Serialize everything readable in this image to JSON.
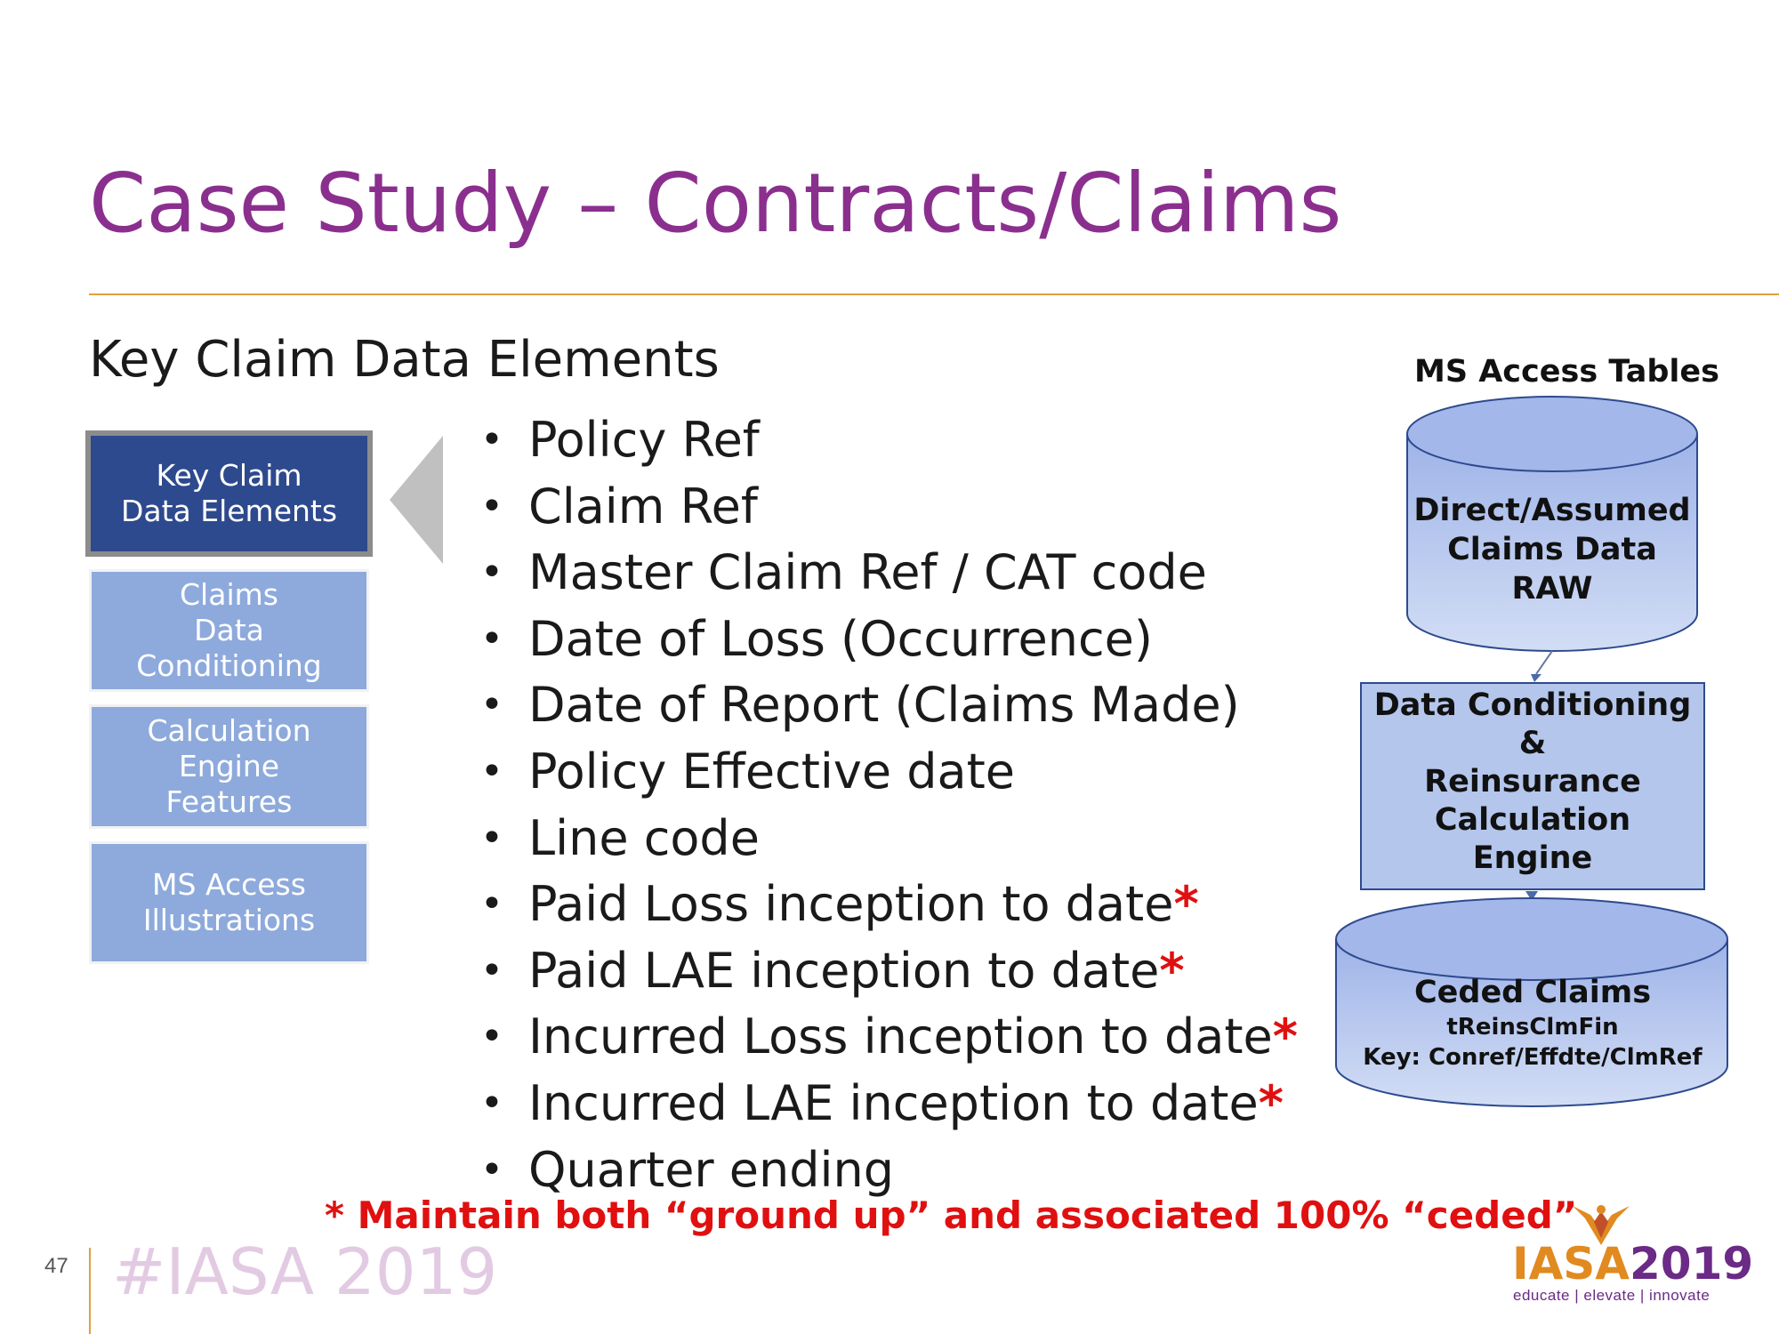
{
  "slide": {
    "title": "Case Study – Contracts/Claims",
    "subtitle": "Key Claim Data Elements",
    "page_number": "47",
    "footer_hashtag": "#IASA 2019"
  },
  "nav": {
    "items": [
      {
        "label": "Key Claim\nData Elements",
        "active": true
      },
      {
        "label": "Claims\nData\nConditioning",
        "active": false
      },
      {
        "label": "Calculation\nEngine\nFeatures",
        "active": false
      },
      {
        "label": "MS Access\nIllustrations",
        "active": false
      }
    ]
  },
  "bullets": {
    "items": [
      {
        "text": "Policy Ref",
        "star": ""
      },
      {
        "text": "Claim Ref",
        "star": ""
      },
      {
        "text": "Master Claim Ref / CAT code",
        "star": ""
      },
      {
        "text": "Date of Loss (Occurrence)",
        "star": ""
      },
      {
        "text": "Date of Report (Claims Made)",
        "star": ""
      },
      {
        "text": "Policy Effective date",
        "star": ""
      },
      {
        "text": "Line code",
        "star": ""
      },
      {
        "text": "Paid Loss inception to date",
        "star": "*"
      },
      {
        "text": "Paid LAE inception to date",
        "star": "*"
      },
      {
        "text": "Incurred Loss inception to date",
        "star": "*"
      },
      {
        "text": "Incurred LAE inception to date",
        "star": "*"
      },
      {
        "text": "Quarter ending",
        "star": ""
      }
    ],
    "bullet_glyph": "•",
    "footnote": "* Maintain both “ground up” and associated 100% “ceded”"
  },
  "diagram": {
    "title": "MS Access Tables",
    "raw_table": "Direct/Assumed\nClaims Data\nRAW",
    "engine": "Data Conditioning\n&\nReinsurance\nCalculation\nEngine",
    "ceded_title": "Ceded Claims",
    "ceded_table_name": "tReinsClmFin",
    "ceded_key": "Key: Conref/Effdte/ClmRef"
  },
  "logo": {
    "word_a": "IASA",
    "word_b": "2019",
    "tagline": "educate | elevate | innovate"
  },
  "colors": {
    "title": "#8b2f8f",
    "accent_rule": "#e0a040",
    "nav_active": "#2e4a8e",
    "nav_inactive": "#8eaadc",
    "star_red": "#e01010",
    "cylinder_fill": "#b4c6ec"
  }
}
